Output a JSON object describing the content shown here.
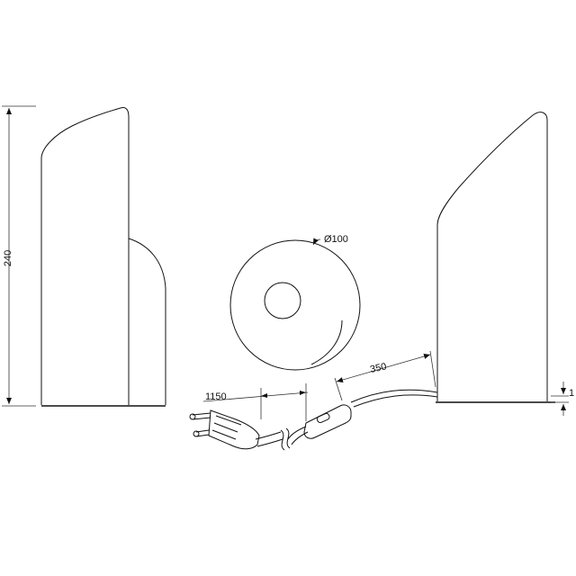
{
  "dimensions": {
    "height": "240",
    "diameter": "Ø100",
    "cable_length": "1150",
    "switch_distance": "350",
    "base_offset": "1"
  }
}
